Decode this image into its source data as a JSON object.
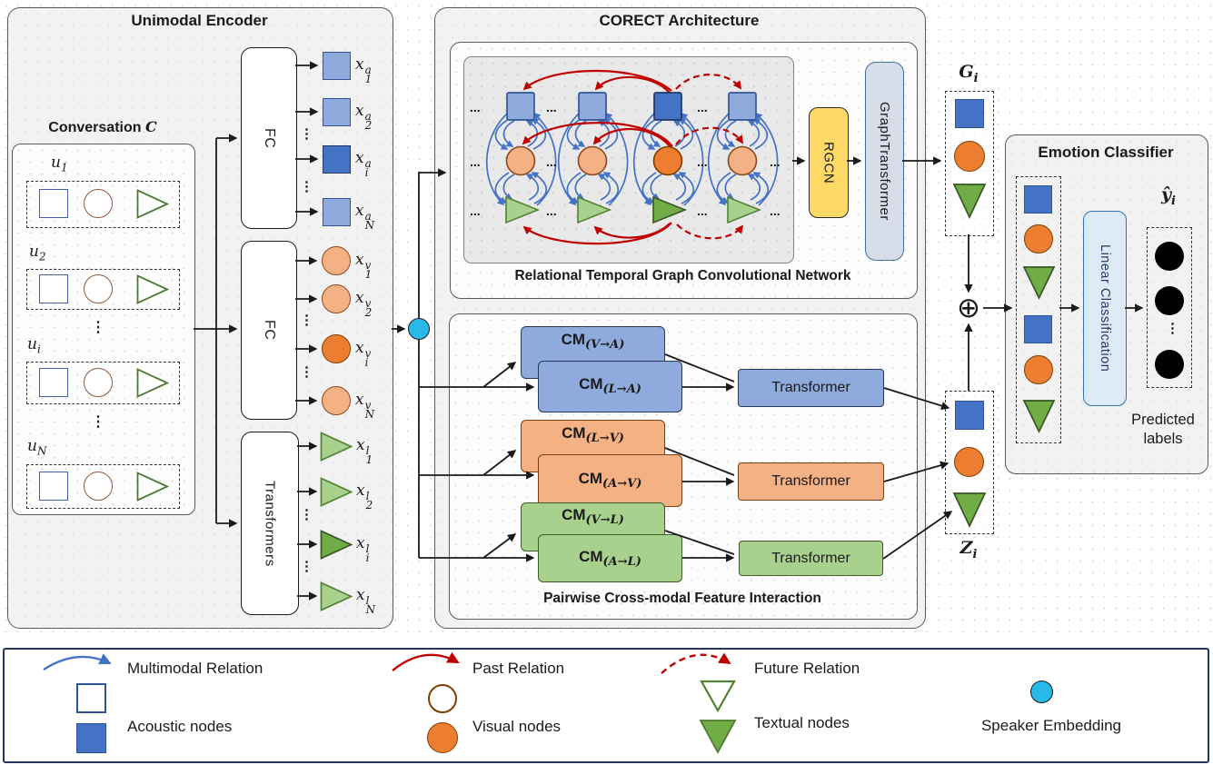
{
  "unimodal": {
    "title": "Unimodal Encoder",
    "conversation_title": "Conversation",
    "conversation_var": "C",
    "utterances": [
      {
        "base": "u",
        "sub": "1"
      },
      {
        "base": "u",
        "sub": "2"
      },
      {
        "base": "u",
        "sub": "i"
      },
      {
        "base": "u",
        "sub": "N"
      }
    ],
    "fc_label": "FC",
    "transformers_label": "Transformers",
    "acoustic_outputs": [
      {
        "base": "x",
        "sup": "a",
        "sub": "1"
      },
      {
        "base": "x",
        "sup": "a",
        "sub": "2"
      },
      {
        "base": "x",
        "sup": "a",
        "sub": "i"
      },
      {
        "base": "x",
        "sup": "a",
        "sub": "N"
      }
    ],
    "visual_outputs": [
      {
        "base": "x",
        "sup": "v",
        "sub": "1"
      },
      {
        "base": "x",
        "sup": "v",
        "sub": "2"
      },
      {
        "base": "x",
        "sup": "v",
        "sub": "i"
      },
      {
        "base": "x",
        "sup": "v",
        "sub": "N"
      }
    ],
    "textual_outputs": [
      {
        "base": "x",
        "sup": "l",
        "sub": "1"
      },
      {
        "base": "x",
        "sup": "l",
        "sub": "2"
      },
      {
        "base": "x",
        "sup": "l",
        "sub": "i"
      },
      {
        "base": "x",
        "sup": "l",
        "sub": "N"
      }
    ]
  },
  "corect": {
    "title": "CORECT Architecture",
    "rtgcn": {
      "caption": "Relational Temporal Graph Convolutional Network",
      "rgcn_label": "RGCN",
      "graph_transformer_label": "GraphTransformer"
    },
    "pairwise": {
      "caption": "Pairwise Cross-modal Feature Interaction",
      "groups": [
        {
          "back_base": "CM",
          "back_sub": "(V→A)",
          "front_base": "CM",
          "front_sub": "(L→A)",
          "transformer_label": "Transformer"
        },
        {
          "back_base": "CM",
          "back_sub": "(L→V)",
          "front_base": "CM",
          "front_sub": "(A→V)",
          "transformer_label": "Transformer"
        },
        {
          "back_base": "CM",
          "back_sub": "(V→L)",
          "front_base": "CM",
          "front_sub": "(A→L)",
          "transformer_label": "Transformer"
        }
      ]
    }
  },
  "fusion": {
    "g_base": "G",
    "g_sub": "i",
    "z_base": "Z",
    "z_sub": "i",
    "plus": "⊕"
  },
  "classifier": {
    "title": "Emotion Classifier",
    "linear_label": "Linear Classification",
    "y_base": "ŷ",
    "y_sub": "i",
    "predicted_line1": "Predicted",
    "predicted_line2": "labels"
  },
  "legend": {
    "multimodal": "Multimodal Relation",
    "acoustic": "Acoustic nodes",
    "past": "Past Relation",
    "visual": "Visual nodes",
    "future": "Future Relation",
    "textual": "Textual nodes",
    "speaker": "Speaker Embedding"
  },
  "ellipsis": {
    "h": "...",
    "v": "⋮"
  },
  "colors": {
    "acoustic_light": "#8FAADC",
    "acoustic_dark": "#4472C4",
    "visual_light": "#F4B183",
    "visual_dark": "#ED7D31",
    "textual_light": "#A9D18E",
    "textual_dark": "#70AD47",
    "rgcn_fill": "#FFD966",
    "graph_transformer_fill": "#D6DCE8",
    "linear_fill": "#DEEBF7",
    "speaker": "#29B9E8",
    "relation_multimodal": "#4472C4",
    "relation_temporal": "#C00000"
  }
}
